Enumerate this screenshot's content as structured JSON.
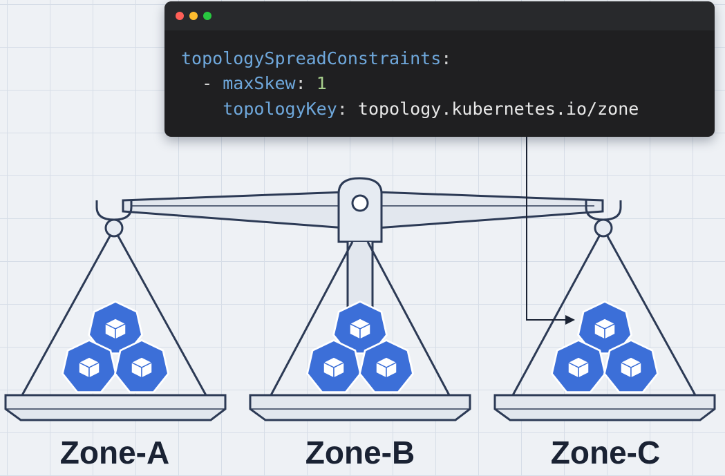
{
  "code": {
    "line1_key": "topologySpreadConstraints",
    "line1_colon": ":",
    "line2_dash": "- ",
    "line2_key": "maxSkew",
    "line2_colon": ": ",
    "line2_value": "1",
    "line3_key": "topologyKey",
    "line3_colon": ": ",
    "line3_value": "topology.kubernetes.io/zone"
  },
  "zones": [
    {
      "label": "Zone-A",
      "pods": 3
    },
    {
      "label": "Zone-B",
      "pods": 3
    },
    {
      "label": "Zone-C",
      "pods": 3
    }
  ],
  "icons": {
    "pod": "kubernetes-pod-cube-icon",
    "balance": "balance-scale-icon"
  },
  "colors": {
    "pod_fill": "#3c6fd8",
    "ink": "#1a2233",
    "code_bg": "#1f1f21",
    "key": "#6fa8dc",
    "number": "#a8d08d"
  }
}
